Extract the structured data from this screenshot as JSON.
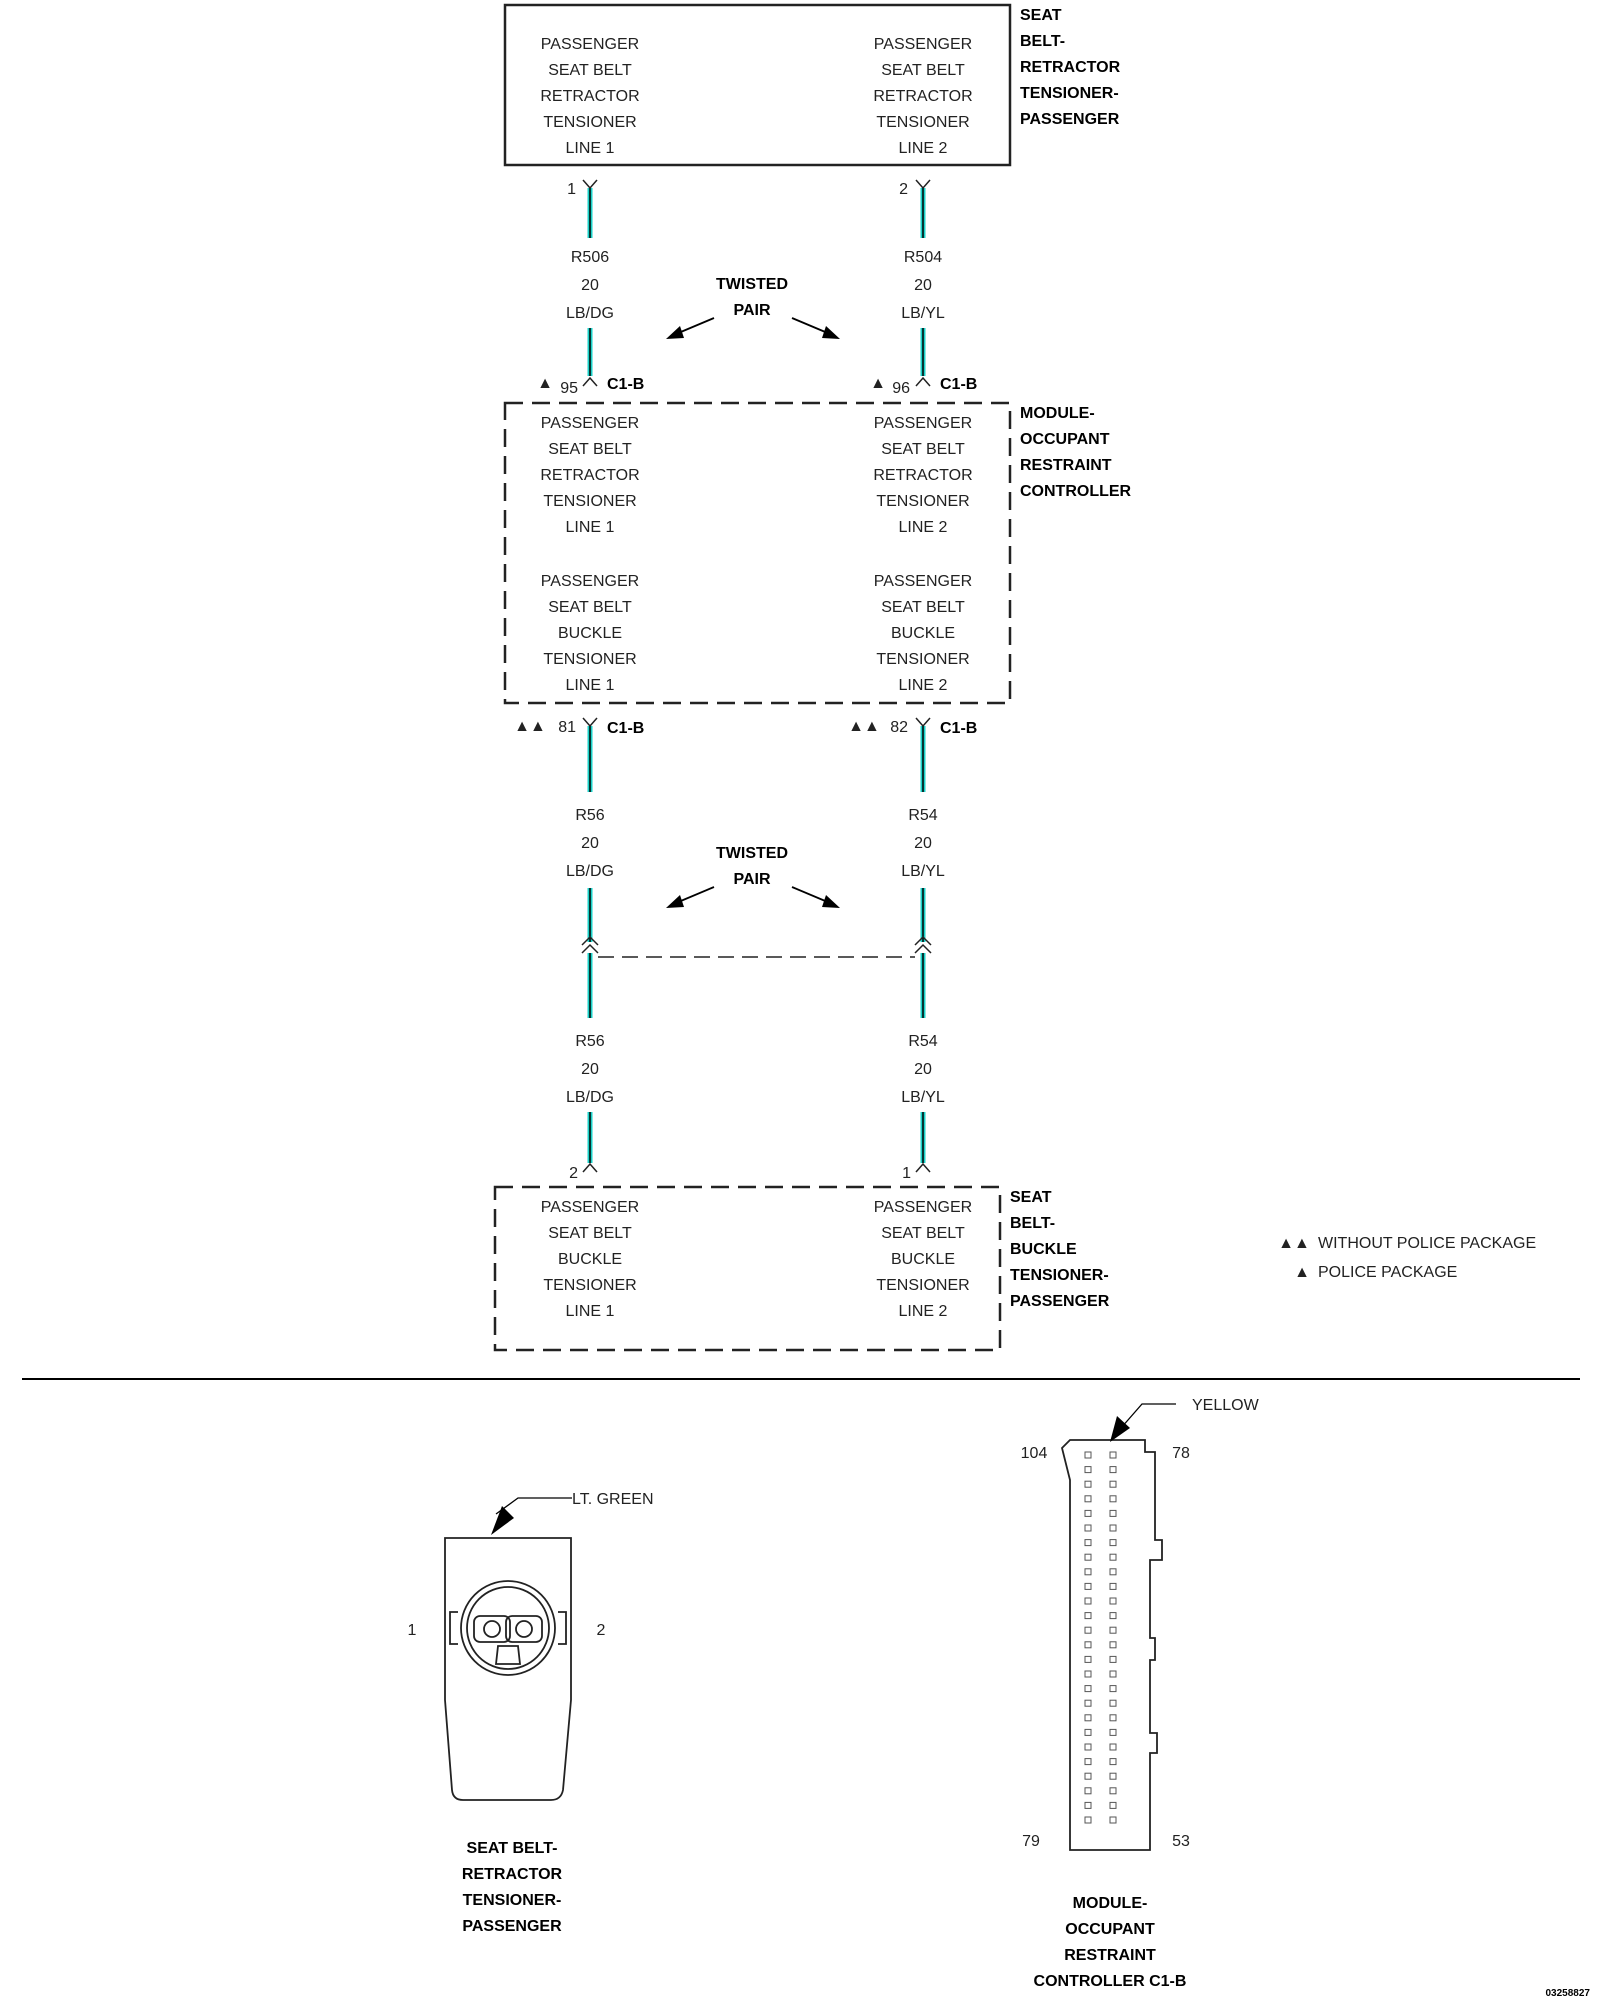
{
  "components": {
    "retractor": {
      "name": [
        "SEAT",
        "BELT-",
        "RETRACTOR",
        "TENSIONER-",
        "PASSENGER"
      ],
      "left_function": [
        "PASSENGER",
        "SEAT BELT",
        "RETRACTOR",
        "TENSIONER",
        "LINE 1"
      ],
      "right_function": [
        "PASSENGER",
        "SEAT BELT",
        "RETRACTOR",
        "TENSIONER",
        "LINE 2"
      ]
    },
    "orc": {
      "name": [
        "MODULE-",
        "OCCUPANT",
        "RESTRAINT",
        "CONTROLLER"
      ],
      "retractor_left": [
        "PASSENGER",
        "SEAT BELT",
        "RETRACTOR",
        "TENSIONER",
        "LINE 1"
      ],
      "retractor_right": [
        "PASSENGER",
        "SEAT BELT",
        "RETRACTOR",
        "TENSIONER",
        "LINE 2"
      ],
      "buckle_left": [
        "PASSENGER",
        "SEAT BELT",
        "BUCKLE",
        "TENSIONER",
        "LINE 1"
      ],
      "buckle_right": [
        "PASSENGER",
        "SEAT BELT",
        "BUCKLE",
        "TENSIONER",
        "LINE 2"
      ]
    },
    "buckle": {
      "name": [
        "SEAT",
        "BELT-",
        "BUCKLE",
        "TENSIONER-",
        "PASSENGER"
      ],
      "left_function": [
        "PASSENGER",
        "SEAT BELT",
        "BUCKLE",
        "TENSIONER",
        "LINE 1"
      ],
      "right_function": [
        "PASSENGER",
        "SEAT BELT",
        "BUCKLE",
        "TENSIONER",
        "LINE 2"
      ]
    }
  },
  "pins": {
    "retractor_left": "1",
    "retractor_right": "2",
    "orc_top_left": "95",
    "orc_top_right": "96",
    "orc_bottom_left": "81",
    "orc_bottom_right": "82",
    "buckle_left": "2",
    "buckle_right": "1",
    "connector_id": "C1-B"
  },
  "markers": {
    "single": "▲",
    "double": "▲▲"
  },
  "wires": {
    "upper_left": [
      "R506",
      "20",
      "LB/DG"
    ],
    "upper_right": [
      "R504",
      "20",
      "LB/YL"
    ],
    "middle_left": [
      "R56",
      "20",
      "LB/DG"
    ],
    "middle_right": [
      "R54",
      "20",
      "LB/YL"
    ],
    "lower_left": [
      "R56",
      "20",
      "LB/DG"
    ],
    "lower_right": [
      "R54",
      "20",
      "LB/YL"
    ]
  },
  "twisted_pair": [
    "TWISTED",
    "PAIR"
  ],
  "legend": {
    "without_police": "WITHOUT POLICE PACKAGE",
    "police": "POLICE PACKAGE"
  },
  "connector_views": {
    "retractor": {
      "color": "LT. GREEN",
      "pin_left": "1",
      "pin_right": "2",
      "caption": [
        "SEAT BELT-",
        "RETRACTOR",
        "TENSIONER-",
        "PASSENGER"
      ]
    },
    "orc": {
      "color": "YELLOW",
      "pin_top_left": "104",
      "pin_top_right": "78",
      "pin_bottom_left": "79",
      "pin_bottom_right": "53",
      "caption": [
        "MODULE-",
        "OCCUPANT",
        "RESTRAINT",
        "CONTROLLER C1-B"
      ]
    }
  },
  "figure_id": "03258827",
  "colors": {
    "wire": "#1bd1c8",
    "ink": "#222222"
  }
}
